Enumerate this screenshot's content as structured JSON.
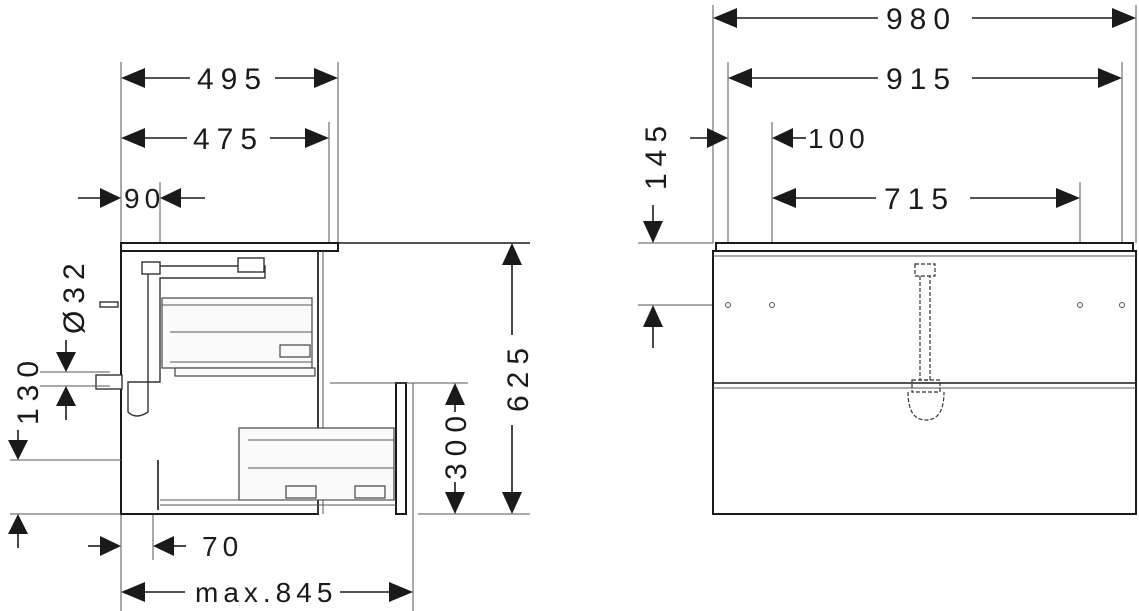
{
  "side_view": {
    "dimensions": {
      "depth_total": "495",
      "depth_body": "475",
      "siphon_offset": "90",
      "pipe_diameter": "Ø32",
      "pipe_height": "130",
      "height_total": "625",
      "drawer_height": "300",
      "wall_offset": "70",
      "max_extension": "max.845"
    }
  },
  "front_view": {
    "dimensions": {
      "width_total": "980",
      "width_inner": "915",
      "top_offset": "145",
      "hole_inset": "100",
      "hole_spacing": "715"
    }
  }
}
